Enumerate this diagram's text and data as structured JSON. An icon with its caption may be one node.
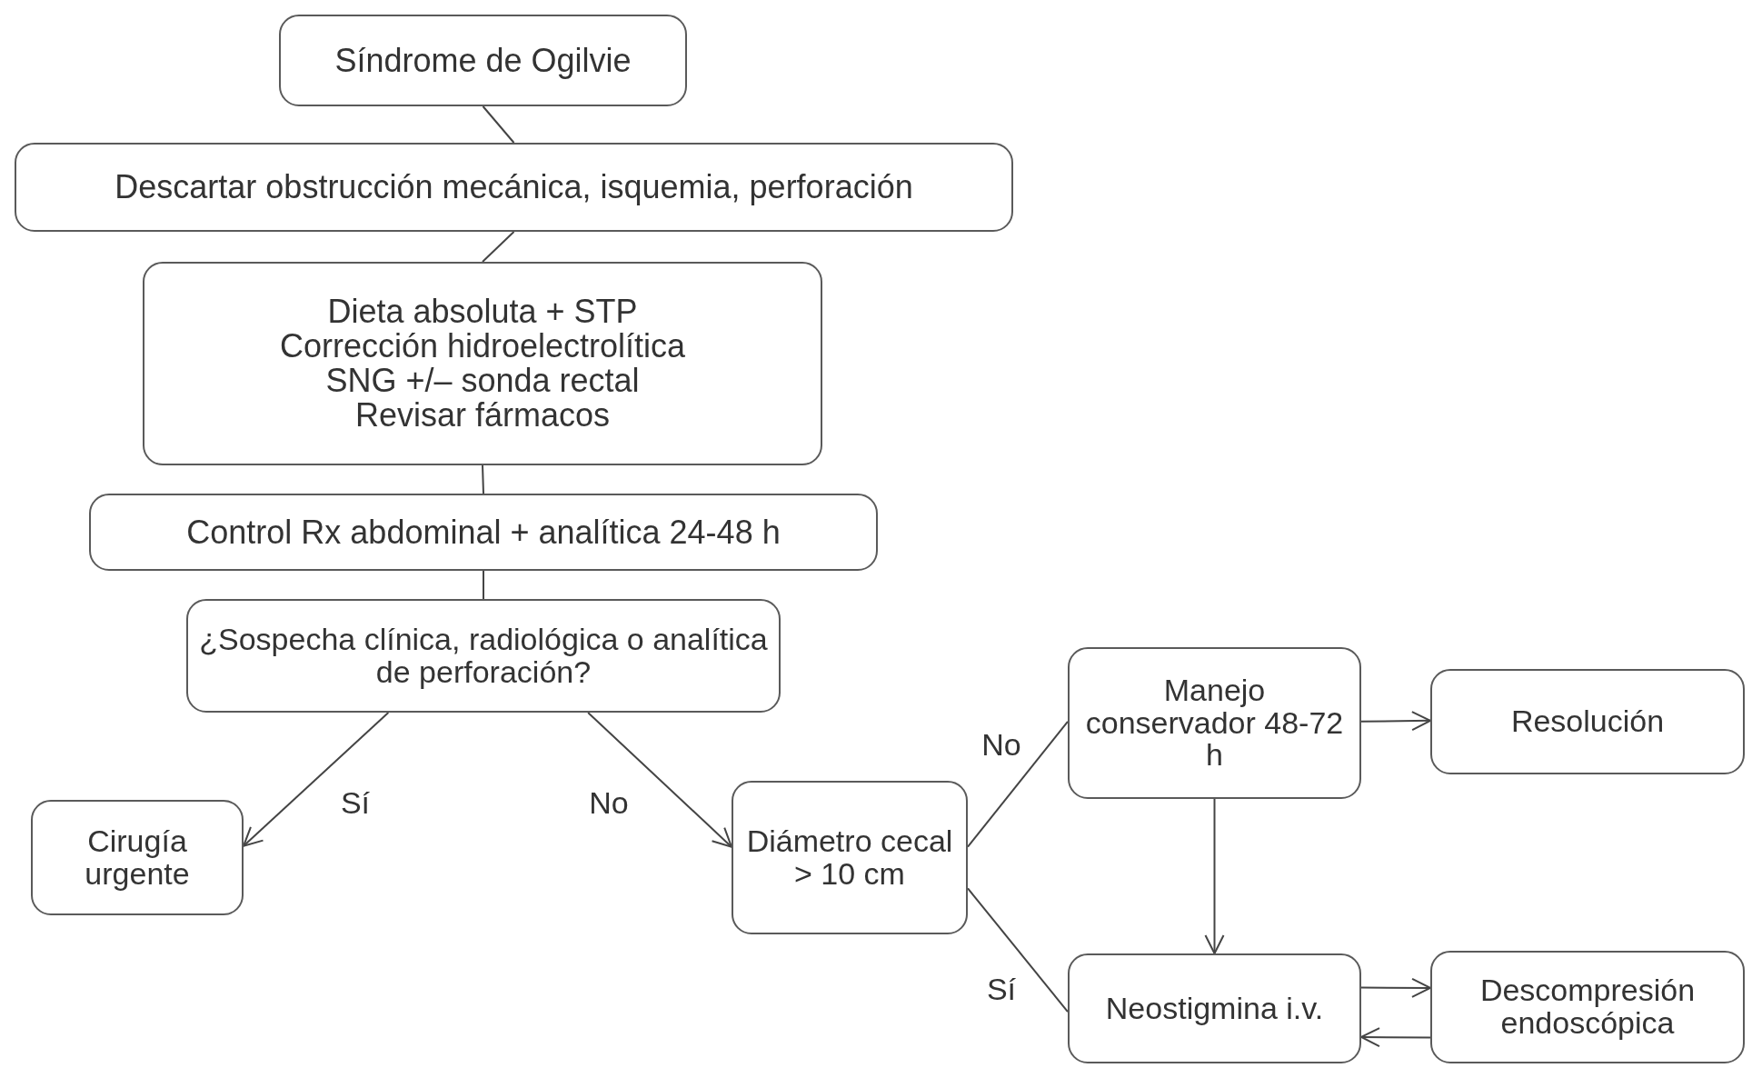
{
  "diagram": {
    "nodes": [
      {
        "text": [
          "Síndrome de Ogilvie"
        ]
      },
      {
        "text": [
          "Descartar obstrucción mecánica, isquemia, perforación"
        ]
      },
      {
        "text": [
          "Dieta absoluta + STP",
          "Corrección hidroelectrolítica",
          "SNG +/– sonda rectal",
          "Revisar fármacos"
        ]
      },
      {
        "text": [
          "Control Rx abdominal + analítica 24-48 h"
        ]
      },
      {
        "text": [
          "¿Sospecha clínica, radiológica o analítica de perforación?"
        ]
      },
      {
        "text": [
          "Cirugía urgente"
        ]
      },
      {
        "text": [
          "Diámetro cecal > 10 cm"
        ]
      },
      {
        "text": [
          "Manejo conservador 48-72 h"
        ]
      },
      {
        "text": [
          "Resolución"
        ]
      },
      {
        "text": [
          "Neostigmina i.v."
        ]
      },
      {
        "text": [
          "Descompresión endoscópica"
        ]
      }
    ],
    "edges": [
      {
        "from": 0,
        "to": 1,
        "arrow": "none"
      },
      {
        "from": 1,
        "to": 2,
        "arrow": "none"
      },
      {
        "from": 2,
        "to": 3,
        "arrow": "none"
      },
      {
        "from": 3,
        "to": 4,
        "arrow": "none"
      },
      {
        "from": 4,
        "to": 5,
        "arrow": "to",
        "label": "Sí"
      },
      {
        "from": 4,
        "to": 6,
        "arrow": "to",
        "label": "No"
      },
      {
        "from": 6,
        "to": 7,
        "arrow": "none",
        "label": "No"
      },
      {
        "from": 6,
        "to": 9,
        "arrow": "none",
        "label": "Sí"
      },
      {
        "from": 7,
        "to": 8,
        "arrow": "to"
      },
      {
        "from": 7,
        "to": 9,
        "arrow": "to"
      },
      {
        "from": 9,
        "to": 10,
        "arrow": "to"
      },
      {
        "from": 10,
        "to": 9,
        "arrow": "to"
      }
    ]
  }
}
